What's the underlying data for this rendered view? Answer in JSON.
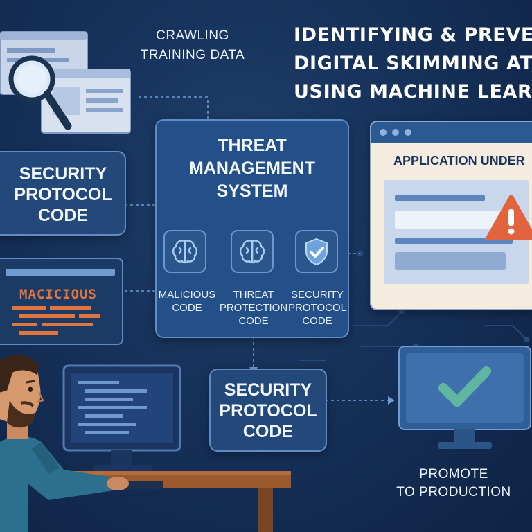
{
  "headline": {
    "line1": "IDENTIFYING & PREVEN",
    "line2": "DIGITAL SKIMMING ATTA",
    "line3": "USING MACHINE LEARN"
  },
  "crawling": {
    "line1": "CRAWLING",
    "line2": "TRAINING DATA"
  },
  "security_box_left": {
    "line1": "SECURITY",
    "line2": "PROTOCOL",
    "line3": "CODE"
  },
  "malicious_screen": {
    "label": "MACICIOUS"
  },
  "tms": {
    "title_line1": "THREAT",
    "title_line2": "MANAGEMENT",
    "title_line3": "SYSTEM",
    "items": [
      {
        "icon": "brain-icon",
        "line1": "MALICIOUS",
        "line2": "CODE",
        "line3": ""
      },
      {
        "icon": "brain-icon",
        "line1": "THREAT",
        "line2": "PROTECTION",
        "line3": "CODE"
      },
      {
        "icon": "shield-check-icon",
        "line1": "SECURITY",
        "line2": "PROTOCOL",
        "line3": "CODE"
      }
    ]
  },
  "app_window": {
    "title": "APPLICATION UNDER"
  },
  "security_box_bottom": {
    "line1": "SECURITY",
    "line2": "PROTOCOL",
    "line3": "CODE"
  },
  "promote": {
    "line1": "PROMOTE",
    "line2": "TO PRODUCTION"
  },
  "colors": {
    "background": "#16315a",
    "box": "#23487a",
    "box_border": "#5f8cc4",
    "warning": "#e2643e",
    "success": "#5fb7a1",
    "malicious_text": "#e2753c"
  }
}
